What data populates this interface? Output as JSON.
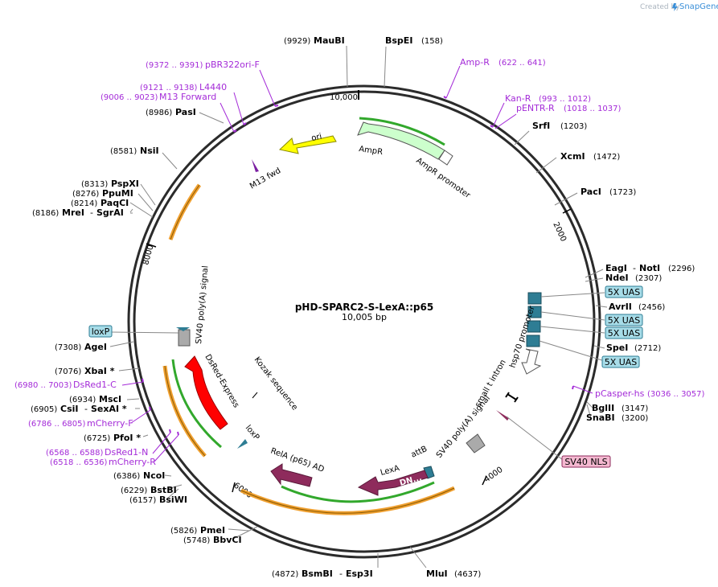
{
  "branding": {
    "created_by": "Created by",
    "brand": "SnapGene"
  },
  "plasmid": {
    "name": "pHD-SPARC2-S-LexA::p65",
    "size": "10,005 bp"
  },
  "ticks": [
    "10,000",
    "2000",
    "4000",
    "6000",
    "8000"
  ],
  "sites": [
    {
      "name": "MauBI",
      "pos": "(9929)"
    },
    {
      "name": "BspEI",
      "pos": "(158)"
    },
    {
      "name": "SrfI",
      "pos": "(1203)"
    },
    {
      "name": "XcmI",
      "pos": "(1472)"
    },
    {
      "name": "PacI",
      "pos": "(1723)"
    },
    {
      "name": "EagI",
      "name2": "NotI",
      "pos": "(2296)"
    },
    {
      "name": "NdeI",
      "pos": "(2307)"
    },
    {
      "name": "AvrII",
      "pos": "(2456)"
    },
    {
      "name": "SpeI",
      "pos": "(2712)"
    },
    {
      "name": "BglII",
      "pos": "(3147)"
    },
    {
      "name": "SnaBI",
      "pos": "(3200)"
    },
    {
      "name": "MluI",
      "pos": "(4637)"
    },
    {
      "name": "BsmBI",
      "name2": "Esp3I",
      "pos": "(4872)"
    },
    {
      "name": "PmeI",
      "pos": "(5826)"
    },
    {
      "name": "BbvCI",
      "pos": "(5748)"
    },
    {
      "name": "BsiWI",
      "pos": "(6157)"
    },
    {
      "name": "BstBI",
      "pos": "(6229)"
    },
    {
      "name": "NcoI",
      "pos": "(6386)"
    },
    {
      "name": "PfoI *",
      "pos": "(6725)"
    },
    {
      "name": "CsiI",
      "name2": "SexAI *",
      "pos": "(6905)"
    },
    {
      "name": "MscI",
      "pos": "(6934)"
    },
    {
      "name": "XbaI *",
      "pos": "(7076)"
    },
    {
      "name": "AgeI",
      "pos": "(7308)"
    },
    {
      "name": "MreI",
      "name2": "SgrAI",
      "pos": "(8186)"
    },
    {
      "name": "PaqCI",
      "pos": "(8214)"
    },
    {
      "name": "PpuMI",
      "pos": "(8276)"
    },
    {
      "name": "PspXI",
      "pos": "(8313)"
    },
    {
      "name": "NsiI",
      "pos": "(8581)"
    },
    {
      "name": "PasI",
      "pos": "(8986)"
    }
  ],
  "primers": [
    {
      "name": "pBR322ori-F",
      "range": "(9372 .. 9391)"
    },
    {
      "name": "L4440",
      "range": "(9121 .. 9138)"
    },
    {
      "name": "M13 Forward",
      "range": "(9006 .. 9023)"
    },
    {
      "name": "Amp-R",
      "range": "(622 .. 641)"
    },
    {
      "name": "Kan-R",
      "range": "(993 .. 1012)"
    },
    {
      "name": "pENTR-R",
      "range": "(1018 .. 1037)"
    },
    {
      "name": "pCasper-hs",
      "range": "(3036 .. 3057)"
    },
    {
      "name": "DsRed1-C",
      "range": "(6980 .. 7003)"
    },
    {
      "name": "mCherry-F",
      "range": "(6786 .. 6805)"
    },
    {
      "name": "DsRed1-N",
      "range": "(6568 .. 6588)"
    },
    {
      "name": "mCherry-R",
      "range": "(6518 .. 6536)"
    }
  ],
  "boxes": {
    "uas1": "5X UAS",
    "uas2": "5X UAS",
    "uas3": "5X UAS",
    "uas4": "5X UAS",
    "loxp": "loxP",
    "sv40nls": "SV40 NLS"
  },
  "features": {
    "ori": "ori",
    "ampr": "AmpR",
    "ampr_promoter": "AmpR promoter",
    "m13fwd": "M13 fwd",
    "hsp70": "hsp70 promoter",
    "small_t": "small t intron",
    "sv40_polya_right": "SV40 poly(A) signal",
    "attb": "attB",
    "lexa": "LexA",
    "dn": "DN...",
    "rela": "RelA (p65) AD",
    "loxp_inner": "loxP",
    "kozak": "Kozak sequence",
    "dsred": "DsRed-Express",
    "sv40_polya_left": "SV40 poly(A) signal"
  },
  "colors": {
    "backbone": "#2b2b2b",
    "primer": "#a42bd8",
    "uas": "#2e7d94",
    "ori": "#ffff00",
    "ampr": "#ccffcc",
    "dsred": "#ff0000",
    "lexa": "#8e2b5c",
    "orange_arc": "#f0a030",
    "green_arc": "#32a82c",
    "uas_box": "#a7dce8",
    "nls_box": "#f4b8d0"
  }
}
